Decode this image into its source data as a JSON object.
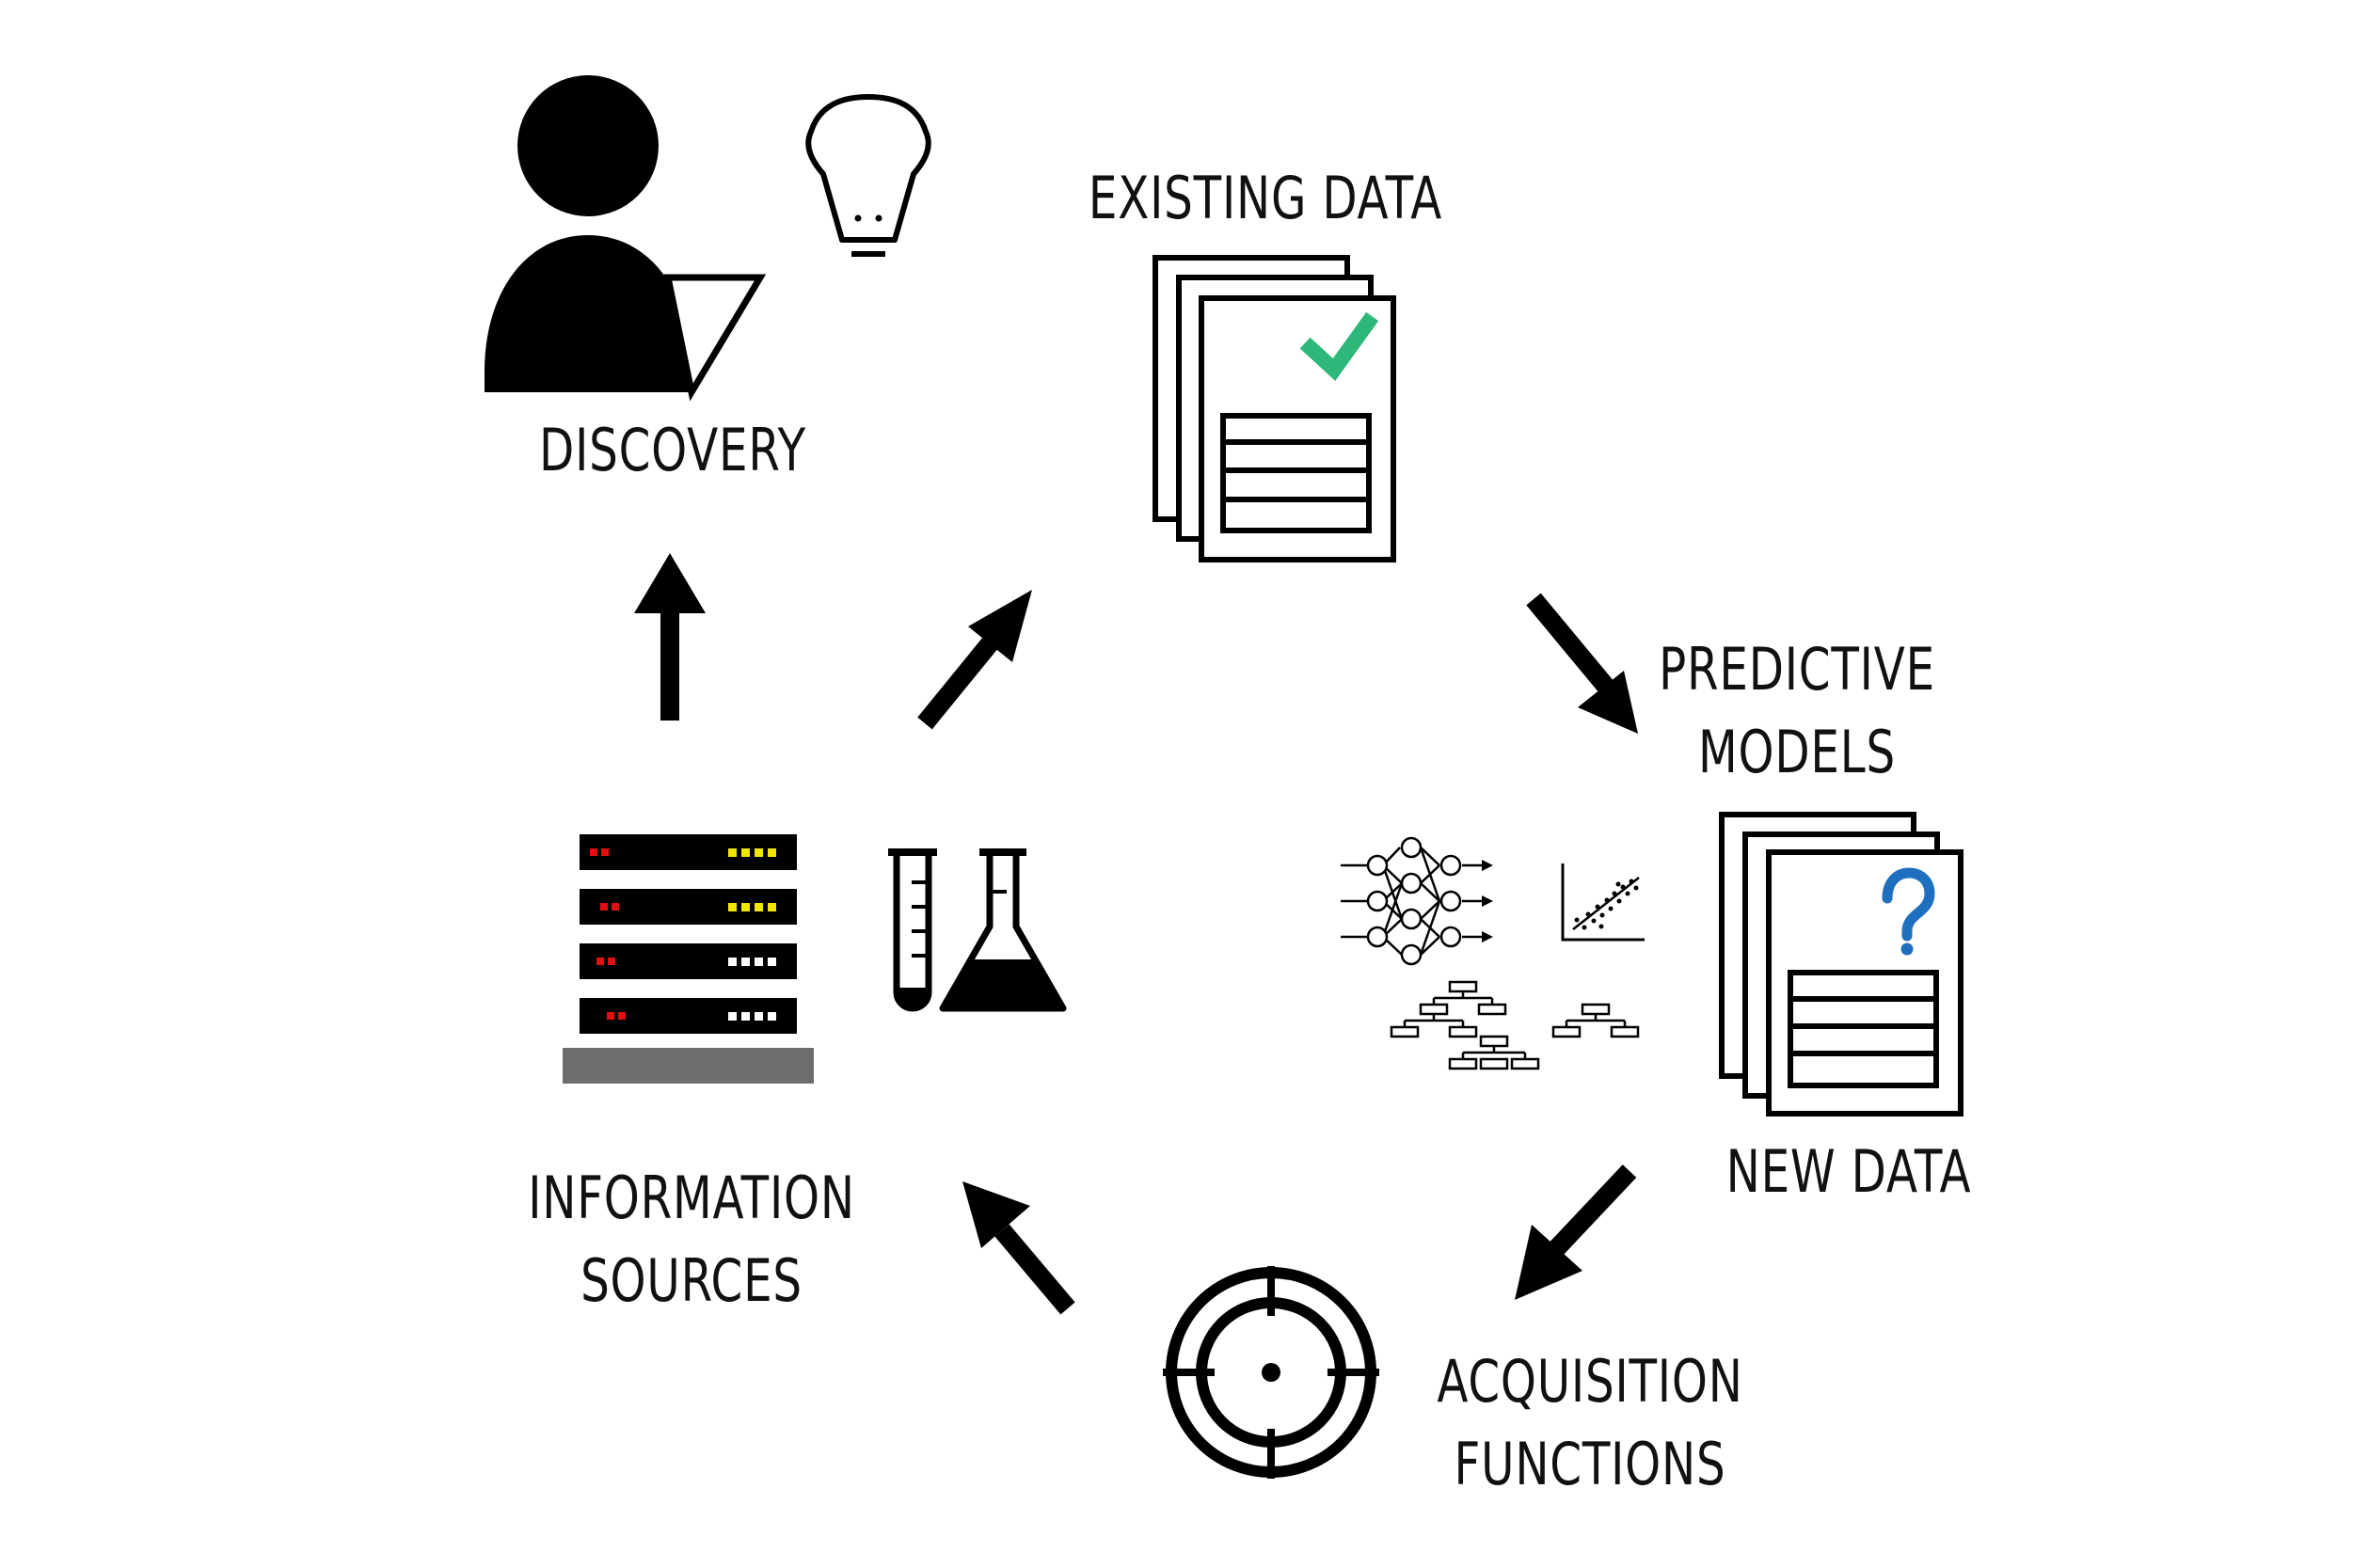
{
  "labels": {
    "discovery": "DISCOVERY",
    "existing_data": "EXISTING DATA",
    "predictive_models": [
      "PREDICTIVE",
      "MODELS"
    ],
    "new_data": "NEW DATA",
    "acquisition_functions": [
      "ACQUISITION",
      "FUNCTIONS"
    ],
    "information_sources": [
      "INFORMATION",
      "SOURCES"
    ]
  },
  "icons": {
    "discovery": [
      "person-icon",
      "lightbulb-icon"
    ],
    "existing_data": [
      "document-stack-icon",
      "checkmark-icon"
    ],
    "predictive_models": [
      "neural-network-icon",
      "scatter-plot-icon",
      "decision-tree-icon"
    ],
    "new_data": [
      "document-stack-icon",
      "question-mark-icon"
    ],
    "acquisition_functions": [
      "crosshair-target-icon"
    ],
    "information_sources": [
      "server-rack-icon",
      "test-tube-icon",
      "flask-icon"
    ]
  },
  "colors": {
    "ink": "#000000",
    "check": "#2DB87A",
    "question": "#1F6FBF",
    "led_red": "#E01010",
    "led_yellow": "#F2E600",
    "led_white": "#FFFFFF",
    "server_base": "#6E6E6E"
  }
}
